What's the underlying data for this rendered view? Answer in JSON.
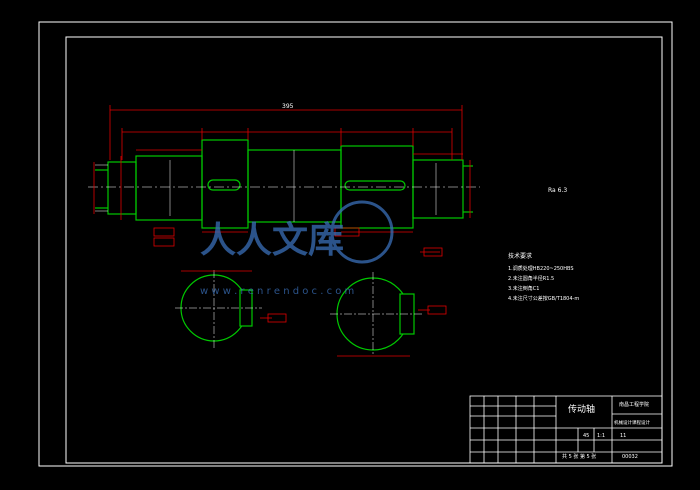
{
  "colors": {
    "background": "#000000",
    "frame": "#ffffff",
    "part": "#00c800",
    "dimension": "#e00000",
    "text": "#ffffff",
    "watermark": "#3a6fb8"
  },
  "overall_length": "395",
  "roughness_note": "Ra 6.3",
  "tech_requirements": {
    "title": "技术要求",
    "lines": [
      "1.调质处理HB220~250HBS",
      "2.未注圆角半径R1.5",
      "3.未注倒角C1",
      "4.未注尺寸公差按GB/T1804-m"
    ]
  },
  "title_block": {
    "part_name": "传动轴",
    "school": "南昌工程学院",
    "project": "机械设计课程设计",
    "material": "45",
    "scale": "1:1",
    "sheet_info": "共 5 张   第 5 张",
    "drawing_no": "00032",
    "count": "11"
  },
  "watermark": {
    "text": "人人文库",
    "url": "w w w . r e n r e n d o c . c o m"
  }
}
